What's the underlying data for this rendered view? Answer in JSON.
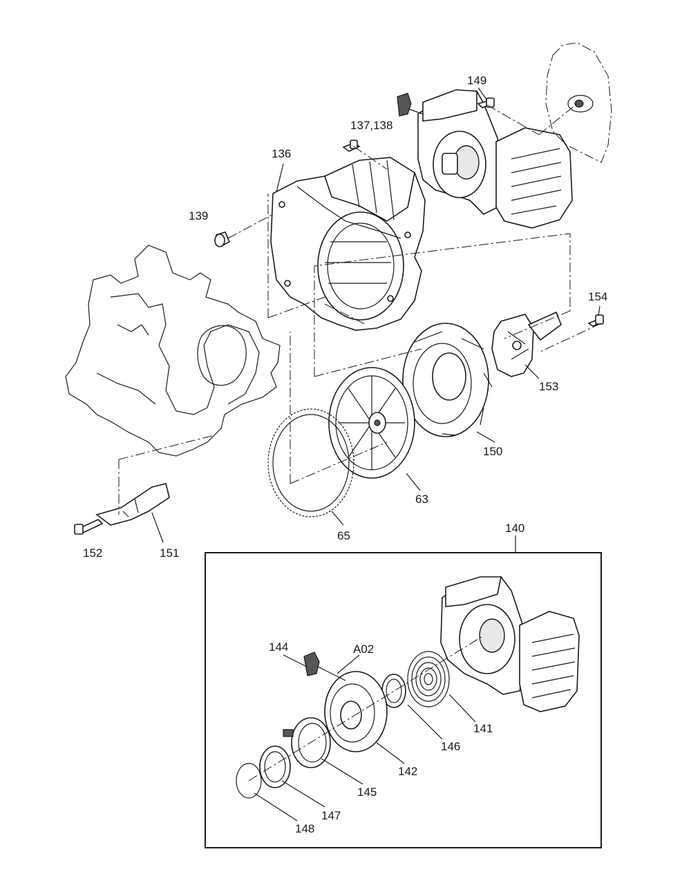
{
  "labels": {
    "p149": "149",
    "p137_138": "137,138",
    "p136": "136",
    "p139": "139",
    "p154": "154",
    "p153": "153",
    "p150": "150",
    "p63": "63",
    "p65": "65",
    "p152": "152",
    "p151": "151",
    "p140": "140",
    "p144": "144",
    "pA02": "A02",
    "p141": "141",
    "p146": "146",
    "p142": "142",
    "p145": "145",
    "p147": "147",
    "p148": "148"
  }
}
